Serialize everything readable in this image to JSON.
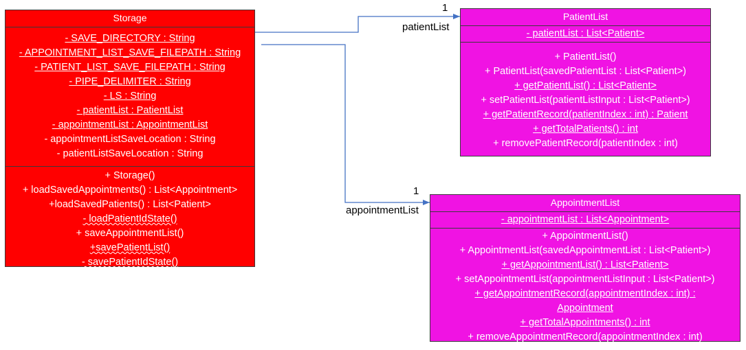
{
  "storage": {
    "title": "Storage",
    "attributes": [
      "- SAVE_DIRECTORY : String",
      "- APPOINTMENT_LIST_SAVE_FILEPATH : String",
      "- PATIENT_LIST_SAVE_FILEPATH : String",
      "- PIPE_DELIMITER : String",
      "- LS : String",
      "- patientList : PatientList",
      "- appointmentList : AppointmentList",
      "- appointmentListSaveLocation : String",
      "- patientListSaveLocation : String"
    ],
    "operations": [
      "+ Storage()",
      "+ loadSavedAppointments() : List<Appointment>",
      "+loadSavedPatients() : List<Patient>",
      "- loadPatientIdState()",
      "+ saveAppointmentList()",
      "+savePatientList()",
      "- savePatientIdState()"
    ]
  },
  "patient_list": {
    "title": "PatientList",
    "attributes": [
      "- patientList : List<Patient>"
    ],
    "operations": [
      "+ PatientList()",
      "+ PatientList(savedPatientList : List<Patient>)",
      "+ getPatientList() : List<Patient>",
      "+ setPatientList(patientListInput : List<Patient>)",
      "+ getPatientRecord(patientIndex : int) : Patient",
      "+ getTotalPatients() : int",
      "+ removePatientRecord(patientIndex : int)"
    ]
  },
  "appointment_list": {
    "title": "AppointmentList",
    "attributes": [
      "- appointmentList : List<Appointment>"
    ],
    "operations": [
      "+ AppointmentList()",
      "+ AppointmentList(savedAppointmentList : List<Patient>)",
      "+ getAppointmentList() : List<Patient>",
      "+ setAppointmentList(appointmentListInput : List<Patient>)",
      "+ getAppointmentRecord(appointmentIndex : int) :",
      "Appointment",
      "+ getTotalAppointments() : int",
      "+ removeAppointmentRecord(appointmentIndex : int)"
    ]
  },
  "associations": {
    "patient": {
      "role": "patientList",
      "multiplicity": "1"
    },
    "appointment": {
      "role": "appointmentList",
      "multiplicity": "1"
    }
  },
  "colors": {
    "storage_fill": "#ff0000",
    "list_fill": "#f013e3",
    "connector": "#4472c4"
  }
}
